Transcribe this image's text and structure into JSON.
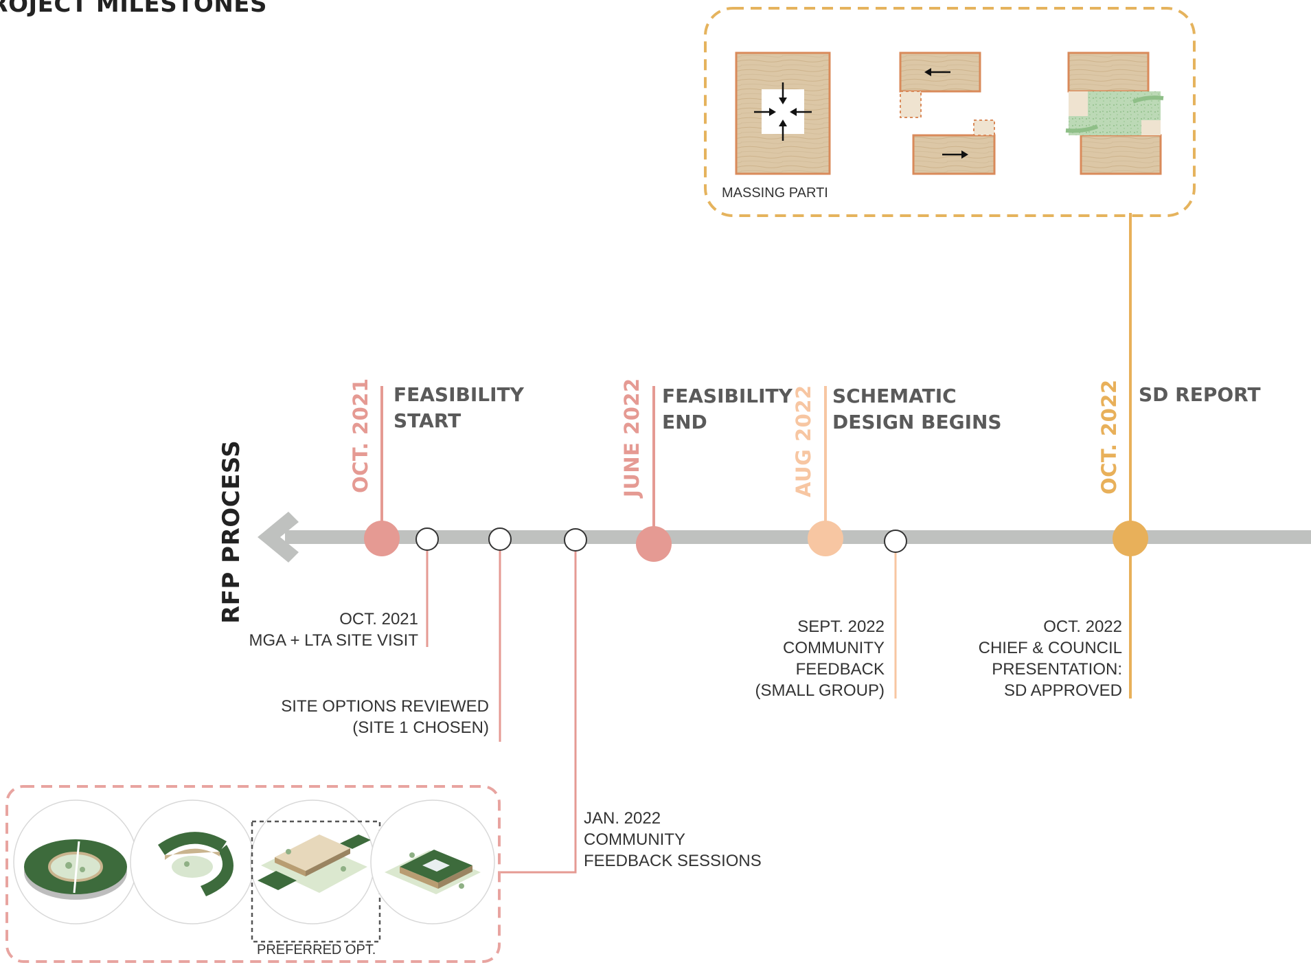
{
  "title": "PROJECT MILESTONES",
  "rfp_label": "RFP PROCESS",
  "colors": {
    "timeline": "#bfc1bf",
    "feasibility": "#e59a93",
    "schematic": "#f7c6a2",
    "sd_report": "#e8b05a",
    "dashed_pink": "#e8a4a0",
    "dashed_orange": "#e5b35d",
    "wood": "#dcc7a6",
    "green": "#3d6b3c"
  },
  "milestones": [
    {
      "date": "OCT. 2021",
      "label": "FEASIBILITY\nSTART"
    },
    {
      "date": "JUNE 2022",
      "label": "FEASIBILITY\nEND"
    },
    {
      "date": "AUG 2022",
      "label": "SCHEMATIC\nDESIGN BEGINS"
    },
    {
      "date": "OCT. 2022",
      "label": "SD REPORT"
    }
  ],
  "events": [
    {
      "text": "OCT. 2021\nMGA + LTA SITE VISIT"
    },
    {
      "text": "SITE OPTIONS REVIEWED\n(SITE 1 CHOSEN)"
    },
    {
      "text": "JAN. 2022\nCOMMUNITY\nFEEDBACK SESSIONS"
    },
    {
      "text": "SEPT. 2022\nCOMMUNITY\nFEEDBACK\n(SMALL GROUP)"
    },
    {
      "text": "OCT. 2022\nCHIEF & COUNCIL\nPRESENTATION:\nSD APPROVED"
    }
  ],
  "massing_caption": "MASSING PARTI",
  "preferred_caption": "PREFERRED OPT."
}
